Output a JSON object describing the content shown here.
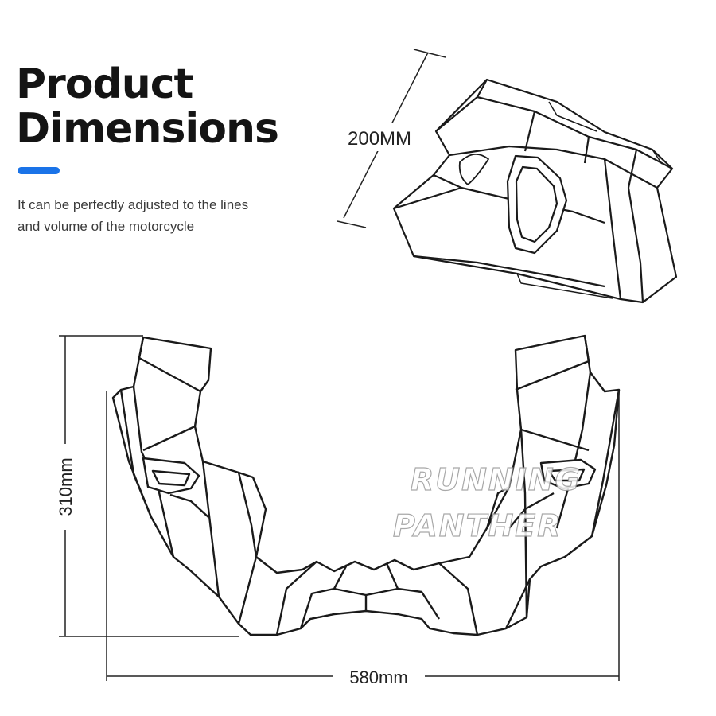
{
  "heading": {
    "line1": "Product",
    "line2": "Dimensions"
  },
  "subtitle": {
    "line1": "It can be perfectly adjusted to the lines",
    "line2": "and volume of the motorcycle"
  },
  "dimensions": {
    "side_length": "200MM",
    "height": "310mm",
    "width": "580mm"
  },
  "watermark": {
    "line1": "RUNNING",
    "line2": "PANTHER"
  },
  "colors": {
    "accent": "#1a73e8",
    "line": "#1a1a1a",
    "background": "#ffffff"
  }
}
